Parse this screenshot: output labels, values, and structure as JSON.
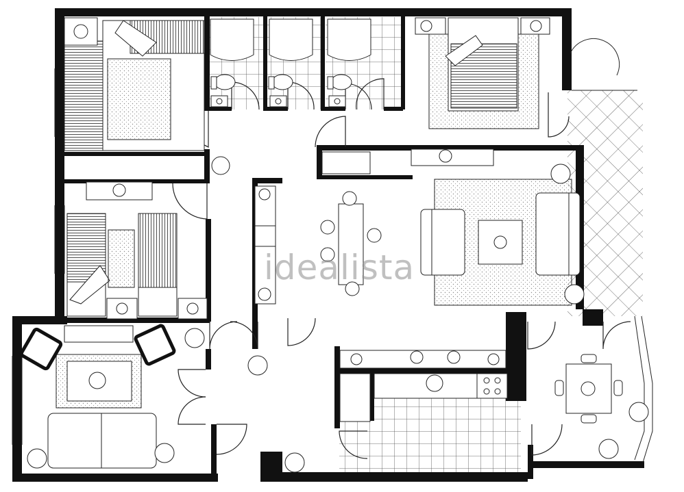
{
  "watermark": "idealista",
  "colors": {
    "wall": "#111111",
    "line": "#222222",
    "paper": "#ffffff",
    "carpet_dots": "#9a9a9a"
  },
  "rooms": [
    "bedroom-top-left",
    "bedroom-twin",
    "living-room-small",
    "bathroom-1",
    "bathroom-2",
    "bathroom-3",
    "master-bedroom",
    "hallway",
    "living-dining-room",
    "kitchen",
    "dining-nook",
    "terrace"
  ],
  "fixtures": [
    "double-bed",
    "single-bed",
    "armchair",
    "sofa",
    "coffee-table",
    "dining-table",
    "toilet",
    "washbasin",
    "shower-tray",
    "stove",
    "sink",
    "plant"
  ]
}
